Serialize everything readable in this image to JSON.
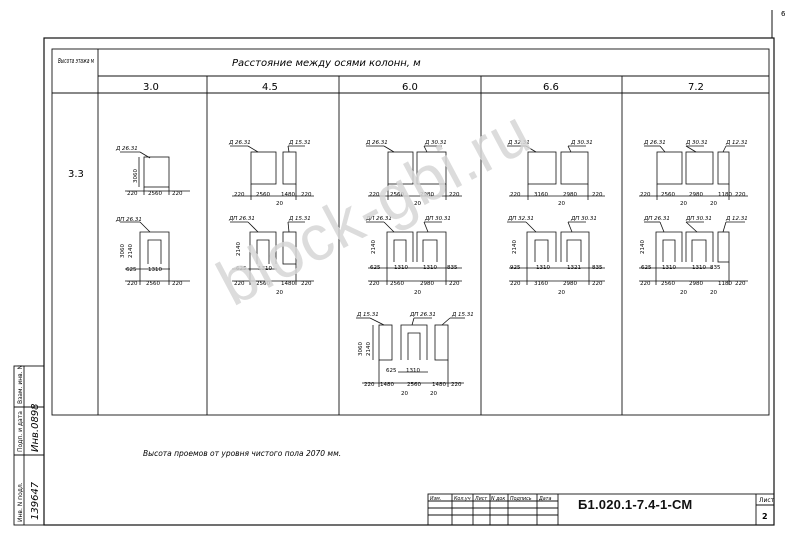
{
  "page_number": "6",
  "header": {
    "row_label": "Высота этажа м",
    "title": "Расстояние между осями колонн, м",
    "spacings": [
      "3.0",
      "4.5",
      "6.0",
      "6.6",
      "7.2"
    ]
  },
  "row": {
    "height": "3.3"
  },
  "cells": {
    "c30": {
      "top": {
        "label": "Д 26.31",
        "dim_v": "3060",
        "dims": [
          "220",
          "2560",
          "220"
        ]
      },
      "bot": {
        "label": "ДП 26.31",
        "dim_v": "3060",
        "dim_v2": "2140",
        "dims_door": [
          "625",
          "1310"
        ],
        "dims": [
          "220",
          "2560",
          "220"
        ]
      }
    },
    "c45": {
      "top": {
        "label1": "Д 26.31",
        "label2": "Д 15.31",
        "dims": [
          "220",
          "2560",
          "1480",
          "220"
        ],
        "sub": "20"
      },
      "bot": {
        "label1": "ДП 26.31",
        "label2": "Д 15.31",
        "dim_v2": "2140",
        "dims_door": [
          "625",
          "1310"
        ],
        "dims": [
          "220",
          "2560",
          "1480",
          "220"
        ],
        "sub": "20"
      }
    },
    "c60": {
      "top": {
        "label1": "Д 26.31",
        "label2": "Д 30.31",
        "dims": [
          "220",
          "2560",
          "2980",
          "220"
        ],
        "sub": "20"
      },
      "mid": {
        "label1": "ДП 26.31",
        "label2": "ДП 30.31",
        "dim_v2": "2140",
        "dims_door": [
          "625",
          "1310",
          "1310",
          "835"
        ],
        "dims": [
          "220",
          "2560",
          "2980",
          "220"
        ],
        "sub": "20"
      },
      "low": {
        "label1": "Д 15.31",
        "label2": "ДП 26.31",
        "label3": "Д 15.31",
        "dim_v": "3060",
        "dim_v2": "2140",
        "dims_door": [
          "625",
          "1310"
        ],
        "dims": [
          "220",
          "1480",
          "2560",
          "1480",
          "220"
        ],
        "sub1": "20",
        "sub2": "20"
      }
    },
    "c66": {
      "top": {
        "label1": "Д 32.31",
        "label2": "Д 30.31",
        "dims": [
          "220",
          "3160",
          "2980",
          "220"
        ],
        "sub": "20"
      },
      "bot": {
        "label1": "ДП 32.31",
        "label2": "ДП 30.31",
        "dim_v2": "2140",
        "dims_door": [
          "925",
          "1310",
          "1321",
          "835"
        ],
        "dims": [
          "220",
          "3160",
          "2980",
          "220"
        ],
        "sub": "20"
      }
    },
    "c72": {
      "top": {
        "label1": "Д 26.31",
        "label2": "Д 30.31",
        "label3": "Д 12.31",
        "dims": [
          "220",
          "2560",
          "2980",
          "1180",
          "220"
        ],
        "sub1": "20",
        "sub2": "20"
      },
      "bot": {
        "label1": "ДП 26.31",
        "label2": "ДП 30.31",
        "label3": "Д 12.31",
        "dim_v2": "2140",
        "dims_door": [
          "625",
          "1310",
          "1310",
          "835"
        ],
        "dims": [
          "220",
          "2560",
          "2980",
          "1180",
          "220"
        ],
        "sub1": "20",
        "sub2": "20"
      }
    }
  },
  "note": "Высота проемов от уровня чистого пола 2070 мм.",
  "side_stamp": {
    "labels": [
      "Инв. N подл.",
      "Подп. и дата",
      "Взам. инв. N"
    ],
    "inv_value": "139647",
    "sign_value": "Инв.0898"
  },
  "title_block": {
    "cols": [
      "Изм.",
      "Кол.уч",
      "Лист",
      "N док",
      "Подпись",
      "Дата"
    ],
    "code": "Б1.020.1-7.4-1-СМ",
    "sheet_label": "Лист",
    "sheet_value": "2"
  },
  "watermark": "block-gbi.ru"
}
